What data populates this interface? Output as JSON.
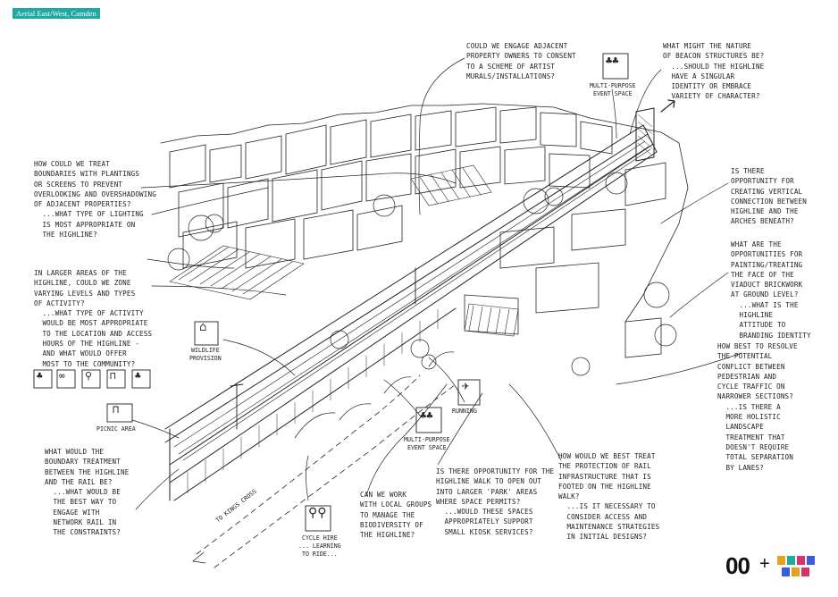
{
  "header": {
    "location_tag": "Aerial East/West, Camden"
  },
  "notes": {
    "artist_murals": "Could we engage adjacent\nproperty owners to consent\nto a scheme of artist\nmurals/installations?",
    "beacon": "What might the nature\nof beacon structures be?\n  ...Should the highline\n  have a singular\n  identity or embrace\n  variety of character?",
    "boundaries": "How could we treat\nboundaries with plantings\nor screens to prevent\noverlooking and overshadowing\nof adjacent properties?\n  ...What type of lighting\n  is most appropriate on\n  the highline?",
    "zones": "In larger areas of the\nhighline, could we zone\nvarying levels and types\nof activity?\n  ...What type of activity\n  would be most appropriate\n  to the location and access\n  hours of the highline -\n  and what would offer\n  most to the community?",
    "vertical": "Is there\nopportunity for\ncreating vertical\nconnection between\nhighline and the\narches beneath?",
    "painting": "What are the\nopportunities for\npainting/treating\nthe face of the\nviaduct brickwork\nat ground level?\n  ...What is the\n  highline\n  attitude to\n  branding identity",
    "conflict": "How best to resolve\nthe potential\nconflict between\npedestrian and\ncycle traffic on\nnarrower sections?\n  ...Is there a\n  more holistic\n  landscape\n  treatment that\n  doesn't require\n  total separation\n  by lanes?",
    "boundary_rail": "What would the\nboundary treatment\nbetween the highline\nand the rail be?\n  ...What would be\n  the best way to\n  engage with\n  network rail in\n  the constraints?",
    "local_groups": "Can we work\nwith local groups\nto manage the\nbiodiversity of\nthe highline?",
    "park_areas": "Is there opportunity for the\nhighline walk to open out\ninto larger 'park' areas\nwhere space permits?\n  ...Would these spaces\n  appropriately support\n  small kiosk services?",
    "rail_protection": "How would we best treat\nthe protection of rail\ninfrastructure that is\nfooted on the highline\nwalk?\n  ...Is it necessary to\n  consider access and\n  maintenance strategies\n  in initial designs?"
  },
  "labels": {
    "multi_purpose_top": "Multi-purpose\nevent space",
    "wildlife": "Wildlife\nprovision",
    "picnic": "Picnic area",
    "running": "Running",
    "multi_purpose_bottom": "Multi-purpose\nevent space",
    "cycle_hire": "Cycle hire\n... learning\nto ride...",
    "kings_cross": "To Kings Cross"
  },
  "icons": [
    "multi-purpose-event-space-icon",
    "wildlife-provision-icon",
    "picnic-table-icon",
    "running-icon",
    "cycle-hire-icon",
    "activity-icons-row"
  ],
  "logo": {
    "text_00": "00",
    "plus": "+"
  },
  "colors": {
    "tag": "#1fa9a0",
    "ink": "#1a1a1a"
  }
}
